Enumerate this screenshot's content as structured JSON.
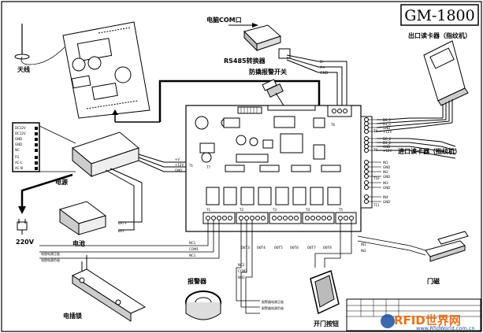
{
  "title": "GM-1800",
  "labels": {
    "pc_com": "电脑COM口",
    "rs485": "RS485转换器",
    "tamper": "防撬报警开关",
    "exit_reader": "出口读卡器（指纹机）",
    "entry_reader": "进口读卡器（指纹机）",
    "antenna": "天线",
    "power": "电源",
    "battery": "电池",
    "v220": "220V",
    "lock": "电插锁",
    "alarm": "报警器",
    "exit_button": "开门按钮",
    "door_sensor": "门磁",
    "lock_pos": "电锁电源正极",
    "lock_neg": "电锁电源负极",
    "alarm_pos": "报警器电源正极",
    "alarm_neg": "报警器电源负极",
    "b_minus": "B-",
    "a_plus": "A+",
    "gnd": "GND"
  },
  "psu_pins": [
    "DC12V",
    "DC12V",
    "GND",
    "GND",
    "NC",
    "FG",
    "AC-L",
    "AC-N"
  ],
  "bat_pins": [
    "BAT+",
    "BAT-"
  ],
  "psu_out": [
    "+V",
    "+12V",
    "GND"
  ],
  "relay_terms": [
    "NC1",
    "COM1",
    "NC1",
    "NC2",
    "COM2",
    "NO2"
  ],
  "outputs": [
    "OUT3",
    "OUT4",
    "OUT5",
    "OUT6",
    "OUT7",
    "OUT8"
  ],
  "board_tags": [
    "T1",
    "T2",
    "T3",
    "T4",
    "T5",
    "T6",
    "T7",
    "T8",
    "T9",
    "T10",
    "T11"
  ],
  "reader_pins": {
    "r1": [
      "D0_1",
      "D1_1",
      "GND",
      "+12V"
    ],
    "r2": [
      "D0_2",
      "D1_2",
      "GND",
      "+12V"
    ],
    "inputs": [
      "IN1",
      "GND",
      "IN2",
      "GND",
      "IN3",
      "GND",
      "IN4",
      "GND"
    ]
  },
  "in_labels": [
    "IN1",
    "IN2"
  ],
  "watermark": {
    "main": "RFID世界网",
    "url": "www.RfidWorld.com.cn"
  },
  "colors": {
    "wm_orange": "#e8731b",
    "wm_blue": "#1a4fa0"
  }
}
